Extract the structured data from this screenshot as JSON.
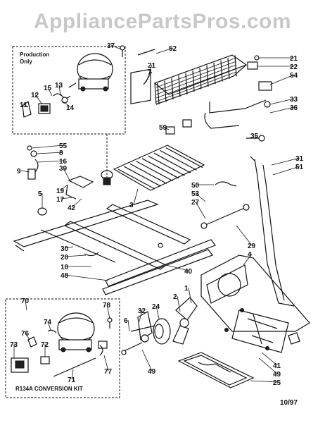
{
  "watermark": "AppliancePartsPros.com",
  "production_label": "Production Only",
  "conversion_label": "R134A CONVERSION KIT",
  "date_code": "10/97",
  "parts": [
    "37",
    "52",
    "21",
    "22",
    "54",
    "21",
    "7",
    "11",
    "12",
    "15",
    "13",
    "14",
    "33",
    "36",
    "59",
    "35",
    "55",
    "8",
    "16",
    "39",
    "9",
    "5",
    "19",
    "17",
    "42",
    "3",
    "50",
    "53",
    "27",
    "31",
    "51",
    "30",
    "20",
    "29",
    "4",
    "10",
    "48",
    "40",
    "1",
    "2",
    "24",
    "32",
    "6",
    "70",
    "78",
    "74",
    "76",
    "73",
    "72",
    "71",
    "77",
    "49",
    "41",
    "49",
    "25"
  ]
}
